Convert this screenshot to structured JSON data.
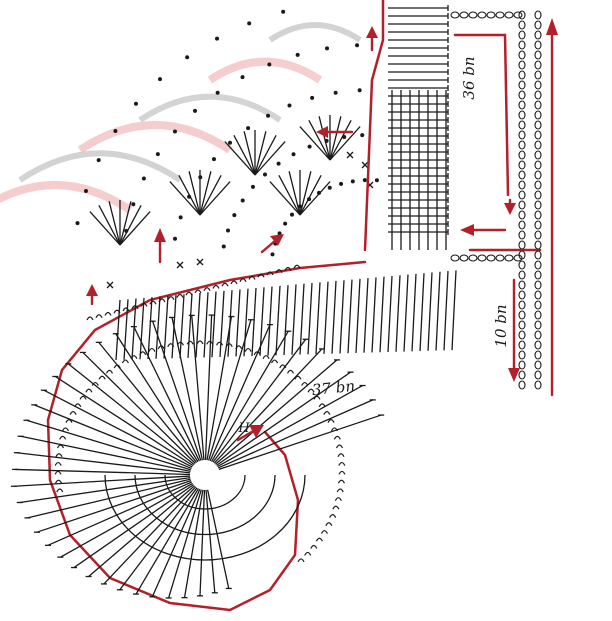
{
  "diagram": {
    "labels": {
      "top_count": "36 bn",
      "side_count": "10 bn",
      "bottom_count": "37 bn",
      "start_marker": "H"
    },
    "colors": {
      "ink": "#1a1a1a",
      "guide_red": "#b3202a",
      "pale_red": "#f2b9b9",
      "pale_gray": "#c9c9c9",
      "paper": "#ffffff"
    },
    "icons": [
      "arrow-up-icon",
      "arrow-down-icon",
      "arrow-left-icon",
      "arrow-right-icon"
    ]
  }
}
